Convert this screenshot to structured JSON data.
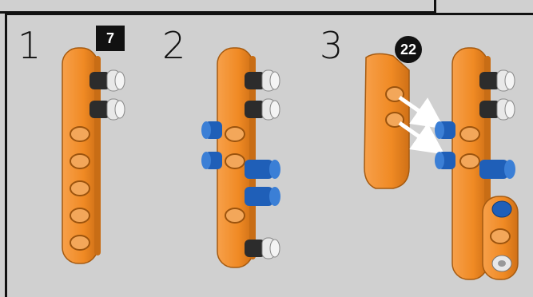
{
  "steps": [
    {
      "number": "1"
    },
    {
      "number": "2"
    },
    {
      "number": "3"
    }
  ],
  "callouts": {
    "quantity_box": "7",
    "part_number": "22"
  },
  "colors": {
    "orange": "#f08a24",
    "orange_dark": "#c86d15",
    "blue": "#1f5fb8",
    "gray": "#e8e8e8",
    "black_pin": "#2c2c2c",
    "background": "#d0d0d0"
  }
}
